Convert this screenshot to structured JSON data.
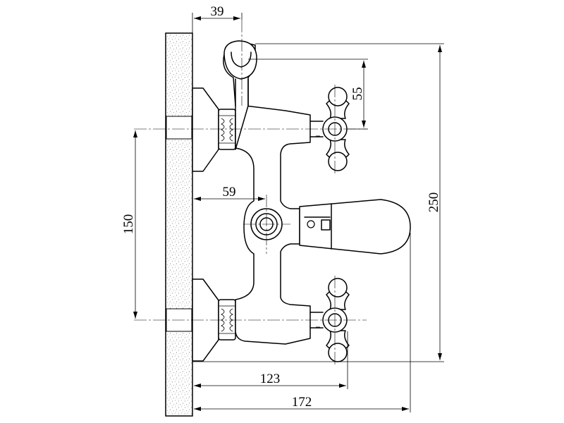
{
  "dimensions": {
    "handshower_offset": "39",
    "holder_height": "55",
    "diverter_offset": "59",
    "inlet_spacing": "150",
    "overall_height": "250",
    "handle_projection": "123",
    "spout_projection": "172"
  },
  "colors": {
    "line": "#000000",
    "background": "#ffffff",
    "wall_fill": "#ffffff",
    "wall_speckle": "#666666"
  }
}
